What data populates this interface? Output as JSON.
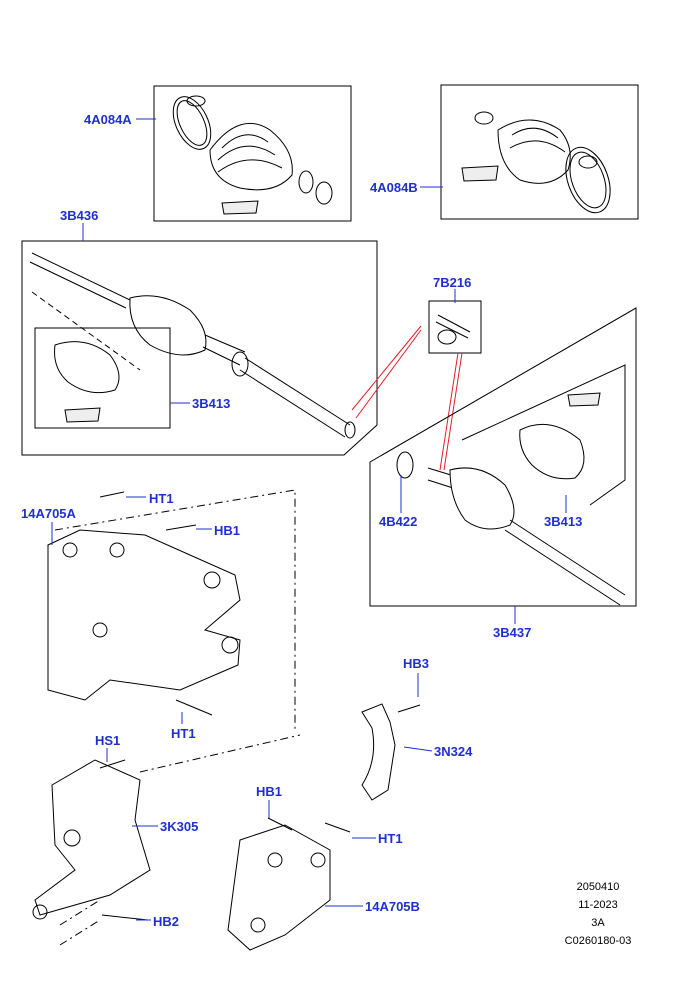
{
  "labels": {
    "boot_kit_a": "4A084A",
    "boot_kit_b": "4A084B",
    "shaft_left": "3B436",
    "shaft_right": "3B437",
    "grease": "7B216",
    "joint_left": "3B413",
    "joint_right": "3B413",
    "circlip": "4B422",
    "bracket_a": "14A705A",
    "bracket_b": "14A705B",
    "ht1_top": "HT1",
    "hb1_top": "HB1",
    "ht1_mid": "HT1",
    "hb3": "HB3",
    "clamp": "3N324",
    "hs1": "HS1",
    "support": "3K305",
    "hb2": "HB2",
    "hb1_bottom": "HB1",
    "ht1_bottom": "HT1"
  },
  "meta": {
    "number": "2050410",
    "date": "11-2023",
    "revision": "3A",
    "code": "C0260180-03"
  },
  "colors": {
    "callout": "#1f2fd0",
    "leader": "#1f2fd0",
    "line": "#000000",
    "highlight": "#e0202a"
  }
}
